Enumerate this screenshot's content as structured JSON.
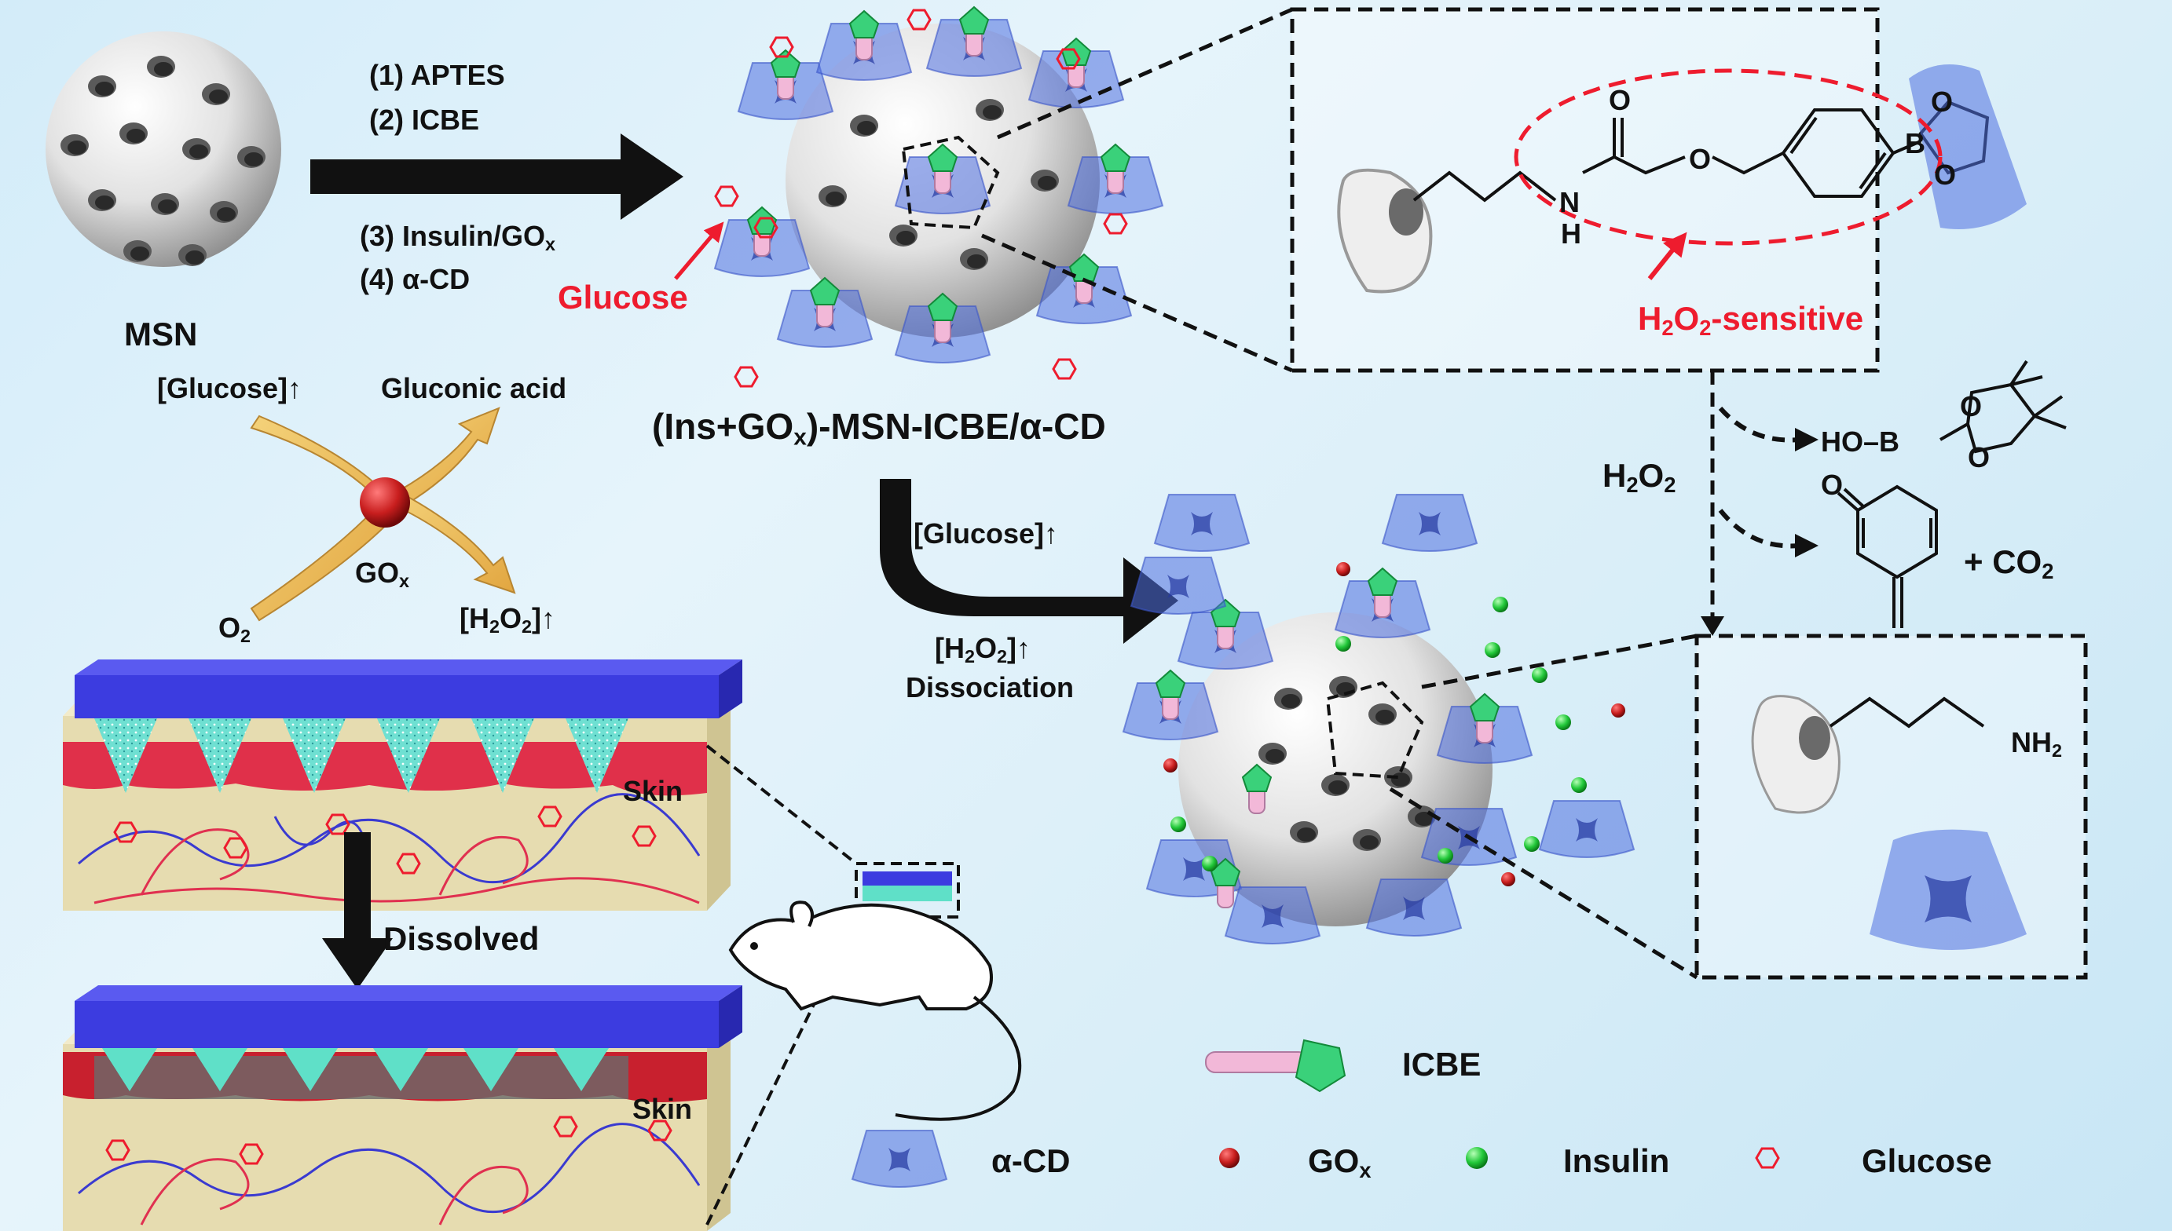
{
  "synthesis": {
    "start_label": "MSN",
    "step1": "(1)  APTES",
    "step2": "(2)  ICBE",
    "step3_pre": "(3)  Insulin/GO",
    "step3_sub": "x",
    "step4": "(4)  α-CD",
    "glucose_label": "Glucose"
  },
  "product": {
    "p1": "(Ins+GO",
    "p1_sub": "x",
    "p2": ")-MSN-ICBE/α-CD"
  },
  "enzyme": {
    "glucose_up": "[Glucose]",
    "gluconic": "Gluconic acid",
    "o2_pre": "O",
    "o2_sub": "2",
    "gox_pre": "GO",
    "gox_sub": "x",
    "h2o2_a": "[H",
    "h2o2_sub1": "2",
    "h2o2_b": "O",
    "h2o2_sub2": "2",
    "h2o2_c": "]"
  },
  "release": {
    "glucose_up": "[Glucose]",
    "h2o2_a": "[H",
    "h2o2_sub1": "2",
    "h2o2_b": "O",
    "h2o2_sub2": "2",
    "h2o2_c": "]",
    "dissociation": "Dissociation"
  },
  "chemistry": {
    "sensitive_a": "H",
    "sensitive_sub1": "2",
    "sensitive_b": "O",
    "sensitive_sub2": "2",
    "sensitive_c": "-sensitive",
    "trigger_a": "H",
    "trigger_sub1": "2",
    "trigger_b": "O",
    "trigger_sub2": "2",
    "byproduct_boron": "HO–B",
    "co2_a": "+ CO",
    "co2_sub": "2",
    "nh2_a": "NH",
    "nh2_sub": "2",
    "atom_n": "N",
    "atom_h": "H",
    "atom_o1": "O",
    "atom_o2": "O",
    "atom_b": "B",
    "atom_o3": "O",
    "atom_o4": "O",
    "atom_o5": "O",
    "atom_o6": "O",
    "atom_o7": "O"
  },
  "patch": {
    "skin_label_top": "Skin",
    "dissolved": "Dissolved",
    "skin_label_bottom": "Skin"
  },
  "legend": {
    "icbe": "ICBE",
    "acd": "α-CD",
    "gox_pre": "GO",
    "gox_sub": "x",
    "insulin": "Insulin",
    "glucose": "Glucose"
  },
  "colors": {
    "background": "#d9eef8",
    "accent_red": "#ee1c2e",
    "cd_blue": "#4f6fe0",
    "insulin_green": "#22c83a",
    "gox_red": "#c81e1e",
    "patch_blue": "#3c3ce0",
    "skin_red": "#e0304a",
    "tissue_tan": "#e6dcb0",
    "dashed_frame": "#111111"
  }
}
